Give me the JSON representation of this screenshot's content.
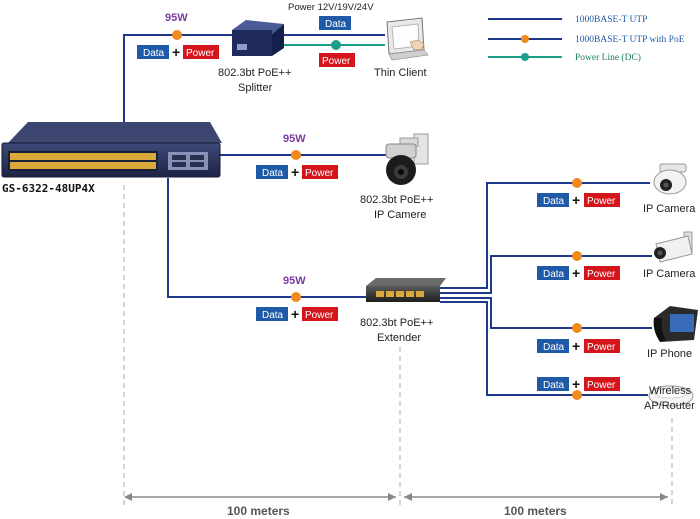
{
  "switch": {
    "label": "GS-6322-48UP4X"
  },
  "legend": [
    {
      "label": "1000BASE-T UTP"
    },
    {
      "label": "1000BASE-T UTP with PoE"
    },
    {
      "label": "Power Line (DC)"
    }
  ],
  "links": {
    "watt": "95W",
    "data": "Data",
    "plus": "+",
    "power": "Power",
    "poe": "PoE",
    "dc": "DC"
  },
  "devices": {
    "splitter": {
      "line1": "802.3bt PoE++",
      "line2": "Splitter"
    },
    "power_top": "Power 12V/19V/24V",
    "thin_client": "Thin Client",
    "ip_camere": {
      "line1": "802.3bt PoE++",
      "line2": "IP Camere"
    },
    "extender": {
      "line1": "802.3bt PoE++",
      "line2": "Extender"
    },
    "ip_camera_1": "IP Camera",
    "ip_camera_2": "IP Camera",
    "ip_phone": "IP Phone",
    "wireless": {
      "line1": "Wireless",
      "line2": "AP/Router"
    }
  },
  "distances": {
    "first": "100 meters",
    "second": "100 meters"
  },
  "colors": {
    "utp": "#1d3a8a",
    "poe_dot": "#f08a1e",
    "dc": "#1aa089",
    "data_badge": "#1f5aa8",
    "power_badge": "#d4161c",
    "watt": "#7b3ba0"
  }
}
